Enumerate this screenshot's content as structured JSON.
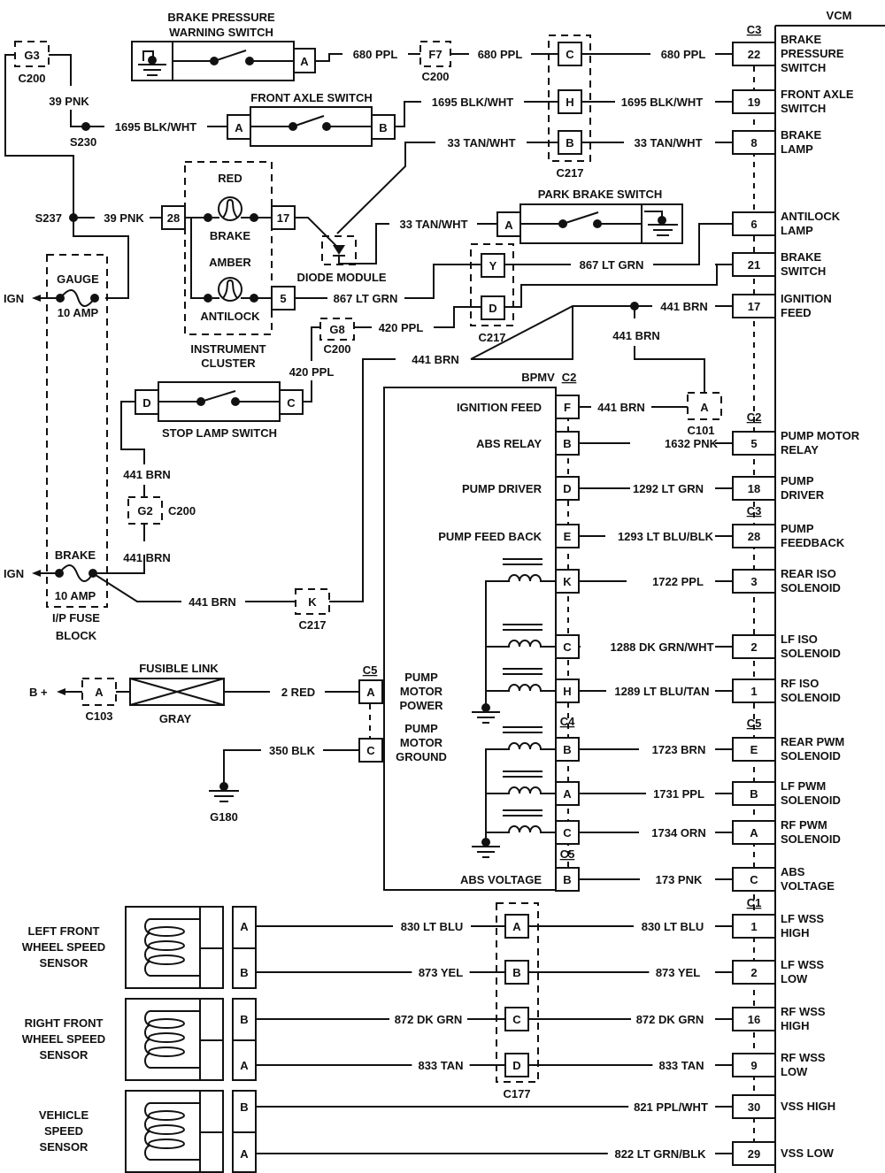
{
  "vcm": {
    "title": "VCM",
    "connectors": [
      "C3",
      "C2",
      "C3",
      "C5",
      "C1"
    ],
    "pins": [
      {
        "pin": "22",
        "wire": "680 PPL",
        "label": [
          "BRAKE",
          "PRESSURE",
          "SWITCH"
        ]
      },
      {
        "pin": "19",
        "wire": "1695 BLK/WHT",
        "label": [
          "FRONT AXLE",
          "SWITCH"
        ]
      },
      {
        "pin": "8",
        "wire": "33 TAN/WHT",
        "label": [
          "BRAKE",
          "LAMP"
        ]
      },
      {
        "pin": "6",
        "wire": "",
        "label": [
          "ANTILOCK",
          "LAMP"
        ]
      },
      {
        "pin": "21",
        "wire": "",
        "label": [
          "BRAKE",
          "SWITCH"
        ]
      },
      {
        "pin": "17",
        "wire": "441 BRN",
        "label": [
          "IGNITION",
          "FEED"
        ]
      },
      {
        "pin": "5",
        "wire": "1632 PNK",
        "label": [
          "PUMP  MOTOR",
          "RELAY"
        ]
      },
      {
        "pin": "18",
        "wire": "1292 LT GRN",
        "label": [
          "PUMP",
          "DRIVER"
        ]
      },
      {
        "pin": "28",
        "wire": "1293 LT BLU/BLK",
        "label": [
          "PUMP",
          "FEEDBACK"
        ]
      },
      {
        "pin": "3",
        "wire": "1722 PPL",
        "label": [
          "REAR ISO",
          "SOLENOID"
        ]
      },
      {
        "pin": "2",
        "wire": "1288 DK GRN/WHT",
        "label": [
          "LF ISO",
          "SOLENOID"
        ]
      },
      {
        "pin": "1",
        "wire": "1289 LT BLU/TAN",
        "label": [
          "RF ISO",
          "SOLENOID"
        ]
      },
      {
        "pin": "E",
        "wire": "1723 BRN",
        "label": [
          "REAR PWM",
          "SOLENOID"
        ]
      },
      {
        "pin": "B",
        "wire": "1731 PPL",
        "label": [
          "LF PWM",
          "SOLENOID"
        ]
      },
      {
        "pin": "A",
        "wire": "1734 ORN",
        "label": [
          "RF PWM",
          "SOLENOID"
        ]
      },
      {
        "pin": "C",
        "wire": "173 PNK",
        "label": [
          "ABS",
          "VOLTAGE"
        ]
      },
      {
        "pin": "1",
        "wire": "830 LT BLU",
        "label": [
          "LF WSS",
          "HIGH"
        ]
      },
      {
        "pin": "2",
        "wire": "873 YEL",
        "label": [
          "LF WSS",
          "LOW"
        ]
      },
      {
        "pin": "16",
        "wire": "872 DK GRN",
        "label": [
          "RF WSS",
          "HIGH"
        ]
      },
      {
        "pin": "9",
        "wire": "833 TAN",
        "label": [
          "RF WSS",
          "LOW"
        ]
      },
      {
        "pin": "30",
        "wire": "821 PPL/WHT",
        "label": [
          "VSS HIGH"
        ]
      },
      {
        "pin": "29",
        "wire": "822 LT GRN/BLK",
        "label": [
          "VSS  LOW"
        ]
      }
    ]
  },
  "bpmv": {
    "title": "BPMV",
    "connectors": [
      "C2",
      "C4",
      "C5",
      "C5"
    ],
    "pins": [
      {
        "pin": "F",
        "label": "IGNITION FEED"
      },
      {
        "pin": "B",
        "label": "ABS RELAY"
      },
      {
        "pin": "D",
        "label": "PUMP DRIVER"
      },
      {
        "pin": "E",
        "label": "PUMP FEED BACK"
      },
      {
        "pin": "K",
        "label": ""
      },
      {
        "pin": "C",
        "label": ""
      },
      {
        "pin": "H",
        "label": ""
      },
      {
        "pin": "B",
        "label": ""
      },
      {
        "pin": "A",
        "label": ""
      },
      {
        "pin": "C",
        "label": ""
      },
      {
        "pin": "B",
        "label": "ABS VOLTAGE"
      },
      {
        "pin": "A",
        "label": [
          "PUMP",
          "MOTOR",
          "POWER"
        ]
      },
      {
        "pin": "C",
        "label": [
          "PUMP",
          "MOTOR",
          "GROUND"
        ]
      }
    ]
  },
  "components": {
    "brake_pressure_switch": {
      "title": [
        "BRAKE PRESSURE",
        "WARNING SWITCH"
      ],
      "pin": "A"
    },
    "front_axle_switch": {
      "title": "FRONT AXLE SWITCH",
      "pins": [
        "A",
        "B"
      ]
    },
    "park_brake_switch": {
      "title": "PARK BRAKE SWITCH",
      "pin": "A"
    },
    "stop_lamp_switch": {
      "title": "STOP LAMP SWITCH",
      "pins": [
        "D",
        "C"
      ]
    },
    "instrument_cluster": {
      "title": [
        "INSTRUMENT",
        "CLUSTER"
      ],
      "lamps": [
        {
          "color": "RED",
          "name": "BRAKE"
        },
        {
          "color": "AMBER",
          "name": "ANTILOCK"
        }
      ],
      "pins": [
        "28",
        "17",
        "5"
      ]
    },
    "diode_module": {
      "title": "DIODE MODULE"
    },
    "fuse_block": {
      "title": [
        "I/P FUSE",
        "BLOCK"
      ],
      "fuses": [
        {
          "name": "GAUGE",
          "rating": "10 AMP",
          "source": "IGN"
        },
        {
          "name": "BRAKE",
          "rating": "10 AMP",
          "source": "IGN"
        }
      ]
    },
    "fusible_link": {
      "title": "FUSIBLE LINK",
      "color": "GRAY",
      "source": "B +"
    },
    "wheel_sensors": [
      {
        "title": [
          "LEFT FRONT",
          "WHEEL SPEED",
          "SENSOR"
        ],
        "pins": [
          "A",
          "B"
        ]
      },
      {
        "title": [
          "RIGHT FRONT",
          "WHEEL SPEED",
          "SENSOR"
        ],
        "pins": [
          "B",
          "A"
        ]
      },
      {
        "title": [
          "VEHICLE",
          "SPEED",
          "SENSOR"
        ],
        "pins": [
          "B",
          "A"
        ]
      }
    ]
  },
  "inline_connectors": {
    "c200_g3": {
      "pin": "G3",
      "name": "C200"
    },
    "c200_f7": {
      "pin": "F7",
      "name": "C200"
    },
    "c200_g8": {
      "pin": "G8",
      "name": "C200"
    },
    "c200_g2": {
      "pin": "G2",
      "name": "C200"
    },
    "c217_top": {
      "pins": [
        "C",
        "H",
        "B"
      ],
      "name": "C217"
    },
    "c217_mid": {
      "pins": [
        "Y",
        "D"
      ],
      "name": "C217"
    },
    "c217_k": {
      "pin": "K",
      "name": "C217"
    },
    "c101": {
      "pin": "A",
      "name": "C101"
    },
    "c103": {
      "pin": "A",
      "name": "C103"
    },
    "c177": {
      "pins": [
        "A",
        "B",
        "C",
        "D"
      ],
      "name": "C177"
    }
  },
  "splices": {
    "s230": "S230",
    "s237": "S237"
  },
  "grounds": {
    "g180": "G180"
  },
  "wires": {
    "w39pnk": "39 PNK",
    "w680ppl": "680 PPL",
    "w1695": "1695 BLK/WHT",
    "w33tan": "33 TAN/WHT",
    "w867": "867 LT GRN",
    "w420": "420 PPL",
    "w441": "441 BRN",
    "w2red": "2 RED",
    "w350": "350 BLK"
  }
}
